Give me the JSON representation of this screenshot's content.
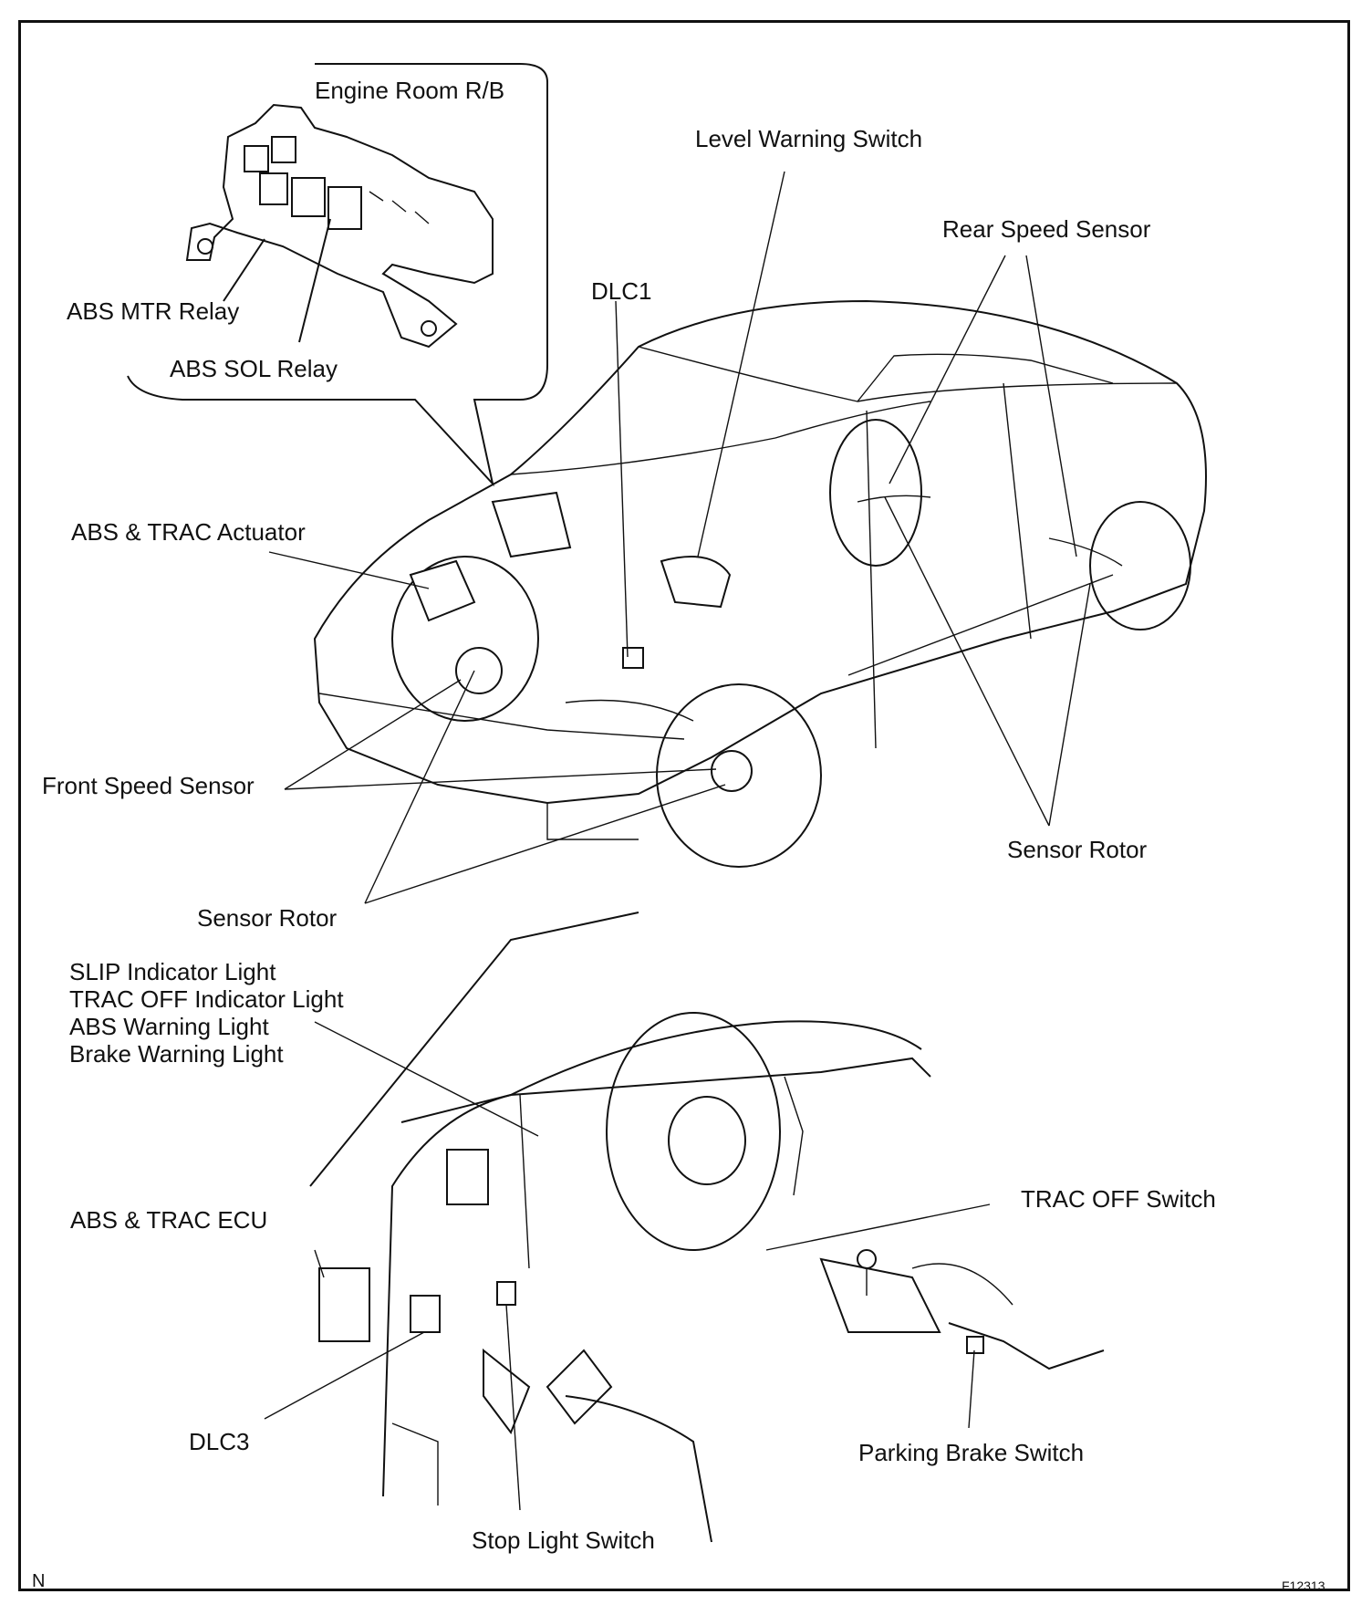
{
  "labels": {
    "engine_room_rb": "Engine Room R/B",
    "abs_mtr_relay": "ABS MTR Relay",
    "abs_sol_relay": "ABS SOL Relay",
    "level_warning_switch": "Level Warning Switch",
    "dlc1": "DLC1",
    "rear_speed_sensor": "Rear Speed Sensor",
    "abs_trac_actuator": "ABS & TRAC Actuator",
    "front_speed_sensor": "Front Speed Sensor",
    "sensor_rotor_front": "Sensor Rotor",
    "sensor_rotor_rear": "Sensor Rotor",
    "indicator_lights": [
      "SLIP Indicator Light",
      "TRAC OFF Indicator Light",
      "ABS Warning Light",
      "Brake Warning Light"
    ],
    "abs_trac_ecu": "ABS & TRAC ECU",
    "trac_off_switch": "TRAC OFF Switch",
    "dlc3": "DLC3",
    "parking_brake_switch": "Parking Brake Switch",
    "stop_light_switch": "Stop Light Switch",
    "corner_left": "N",
    "figure_code": "F12313"
  }
}
